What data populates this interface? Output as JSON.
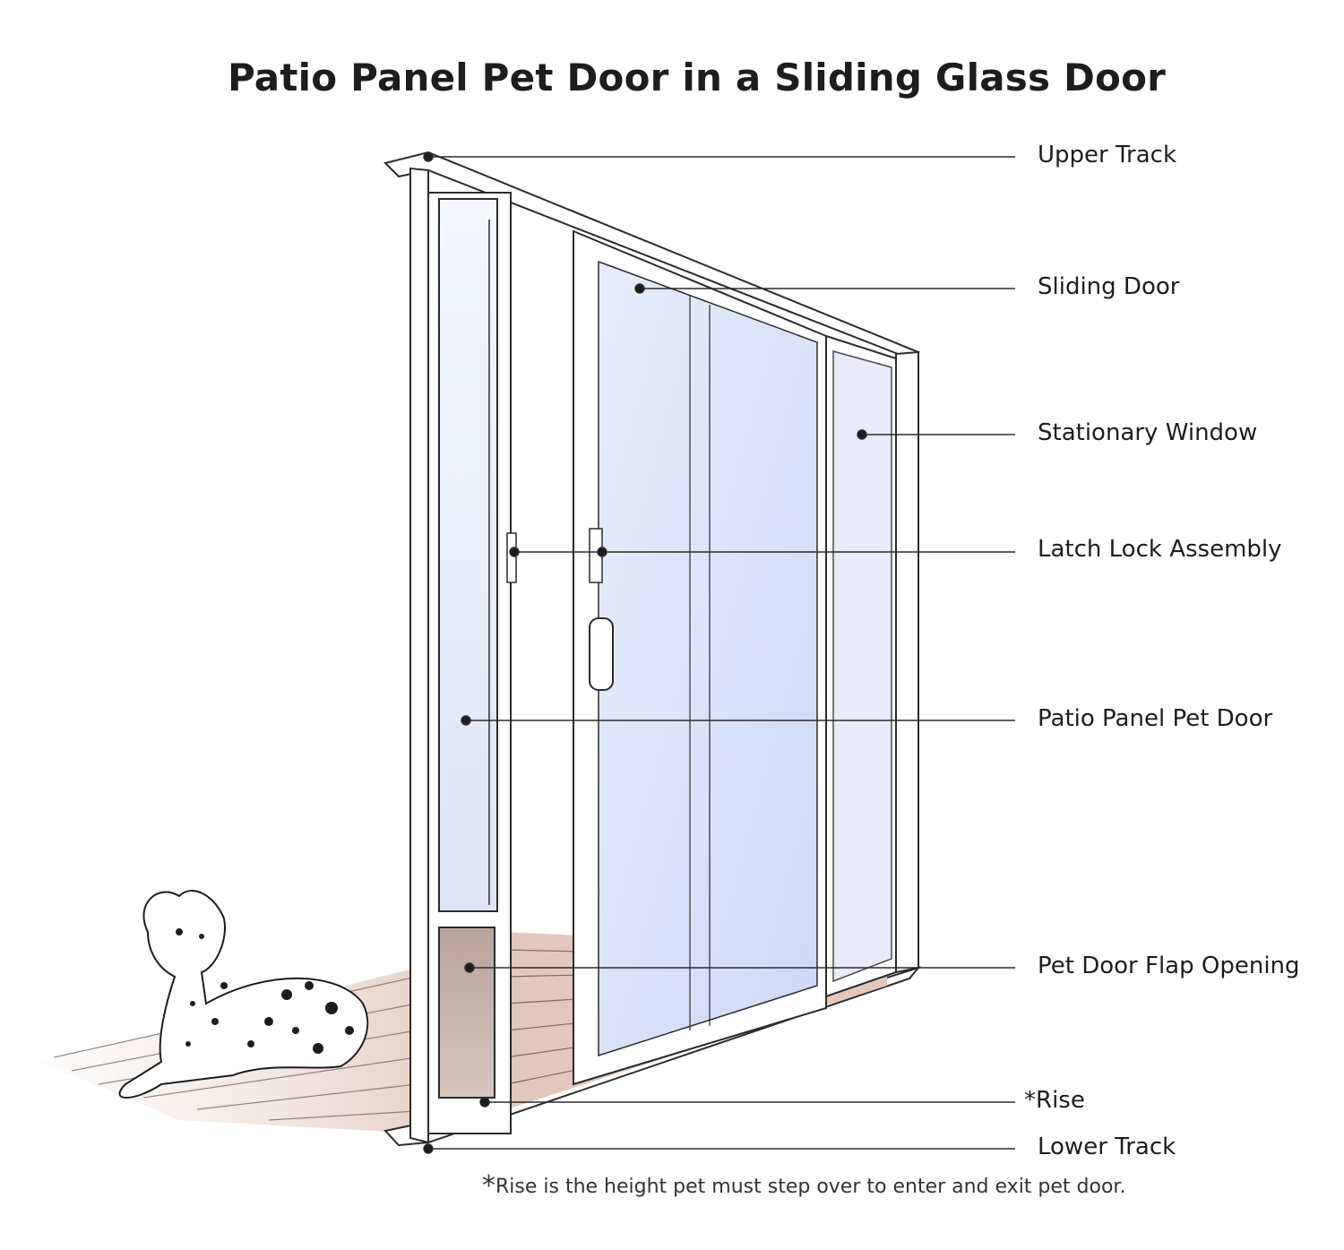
{
  "title": "Patio Panel Pet Door in a Sliding Glass Door",
  "labels": {
    "upper_track": "Upper Track",
    "sliding_door": "Sliding Door",
    "stationary_window": "Stationary Window",
    "latch_lock_assembly": "Latch Lock Assembly",
    "patio_panel_pet_door": "Patio Panel Pet Door",
    "pet_door_flap_opening": "Pet Door Flap Opening",
    "rise": "*Rise",
    "lower_track": "Lower Track"
  },
  "footnote": {
    "star": "*",
    "text": "Rise is the height pet must step over to enter and exit pet door."
  },
  "colors": {
    "frame": "#ffffff",
    "outline": "#2b2b2b",
    "glass": "#dbe6fb",
    "flap": "#c7b5ad",
    "floor": "#ecdcd5"
  }
}
